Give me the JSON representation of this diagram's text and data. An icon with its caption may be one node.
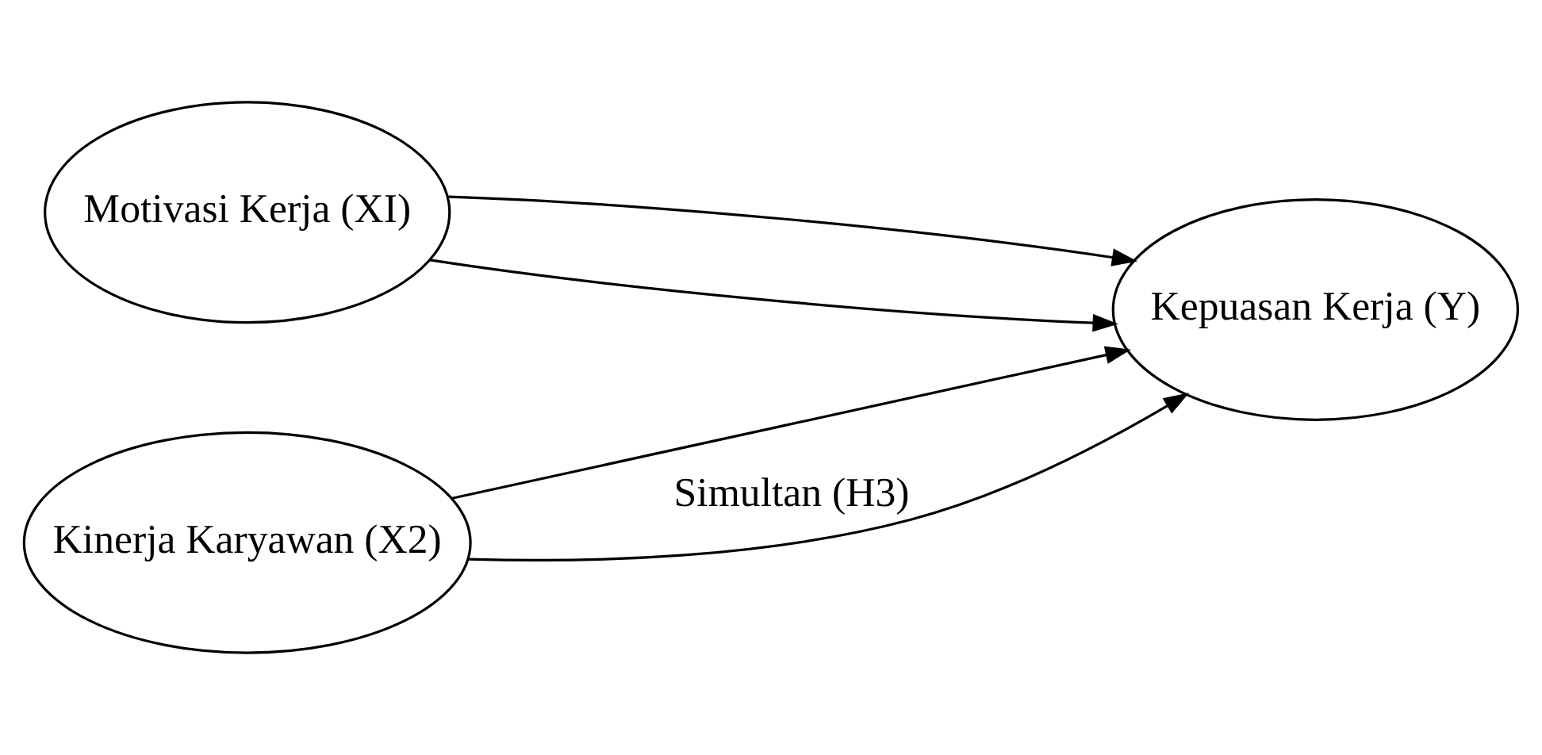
{
  "diagram": {
    "nodes": [
      {
        "text": [
          "Motivasi Kerja (XI)"
        ]
      },
      {
        "text": [
          "Kinerja Karyawan (X2)"
        ]
      },
      {
        "text": [
          "Kepuasan Kerja (Y)"
        ]
      }
    ],
    "edges": [
      {
        "from": 0,
        "to": 2,
        "arrow": "to"
      },
      {
        "from": 1,
        "to": 2,
        "arrow": "to"
      },
      {
        "from": 0,
        "to": 2,
        "arrow": "to"
      },
      {
        "from": 1,
        "to": 2,
        "arrow": "to",
        "label": "Simultan (H3)"
      }
    ]
  }
}
